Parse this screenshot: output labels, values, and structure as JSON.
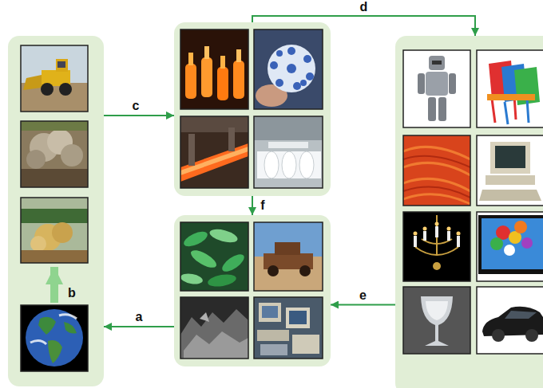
{
  "diagram": {
    "nodes": [
      {
        "text": []
      },
      {
        "text": [],
        "in": 0
      },
      {
        "text": [],
        "in": 0
      },
      {
        "text": []
      },
      {
        "text": []
      },
      {
        "text": []
      }
    ],
    "edges": [
      {
        "from": 0,
        "to": 3,
        "arrow": "to",
        "label": "c"
      },
      {
        "from": 3,
        "to": 5,
        "arrow": "to",
        "label": "d"
      },
      {
        "from": 3,
        "to": 4,
        "arrow": "to",
        "label": "f"
      },
      {
        "from": 2,
        "to": 1,
        "arrow": "to",
        "label": "b"
      },
      {
        "from": 5,
        "to": 4,
        "arrow": "to",
        "label": "e"
      },
      {
        "from": 4,
        "to": 0,
        "arrow": "to",
        "label": "a"
      }
    ]
  }
}
